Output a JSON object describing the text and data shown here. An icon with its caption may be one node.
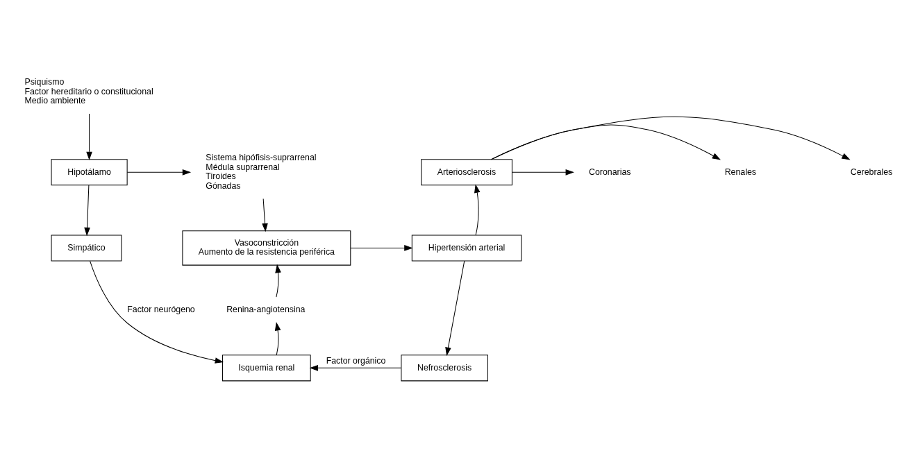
{
  "diagram": {
    "nodes": [
      {
        "text": [
          "Psiquismo",
          "Factor hereditario o constitucional",
          "Medio ambiente"
        ]
      },
      {
        "text": [
          "Hipotálamo"
        ]
      },
      {
        "text": [
          "Sistema hipófisis-suprarrenal",
          "Médula suprarrenal",
          "Tiroides",
          "Gónadas"
        ]
      },
      {
        "text": [
          "Arteriosclerosis"
        ]
      },
      {
        "text": [
          "Coronarias"
        ]
      },
      {
        "text": [
          "Renales"
        ]
      },
      {
        "text": [
          "Cerebrales"
        ]
      },
      {
        "text": [
          "Simpático"
        ]
      },
      {
        "text": [
          "Vasoconstricción",
          "Aumento de la resistencia periférica"
        ]
      },
      {
        "text": [
          "Hipertensión arterial"
        ]
      },
      {
        "text": [
          "Renina-angiotensina"
        ]
      },
      {
        "text": [
          "Isquemia renal"
        ]
      },
      {
        "text": [
          "Nefrosclerosis"
        ]
      }
    ],
    "edges": [
      {
        "from": 0,
        "to": 1,
        "arrow": "to"
      },
      {
        "from": 1,
        "to": 2,
        "arrow": "to"
      },
      {
        "from": 1,
        "to": 7,
        "arrow": "to"
      },
      {
        "from": 2,
        "to": 8,
        "arrow": "to"
      },
      {
        "from": 3,
        "to": 4,
        "arrow": "to"
      },
      {
        "from": 3,
        "to": 5,
        "arrow": "to"
      },
      {
        "from": 3,
        "to": 6,
        "arrow": "to"
      },
      {
        "from": 7,
        "to": 11,
        "arrow": "to",
        "label": "Factor neurógeno"
      },
      {
        "from": 8,
        "to": 9,
        "arrow": "to"
      },
      {
        "from": 9,
        "to": 3,
        "arrow": "to"
      },
      {
        "from": 9,
        "to": 12,
        "arrow": "to"
      },
      {
        "from": 12,
        "to": 11,
        "arrow": "to",
        "label": "Factor orgánico"
      },
      {
        "from": 11,
        "to": 10,
        "arrow": "to"
      },
      {
        "from": 10,
        "to": 8,
        "arrow": "to"
      }
    ]
  }
}
